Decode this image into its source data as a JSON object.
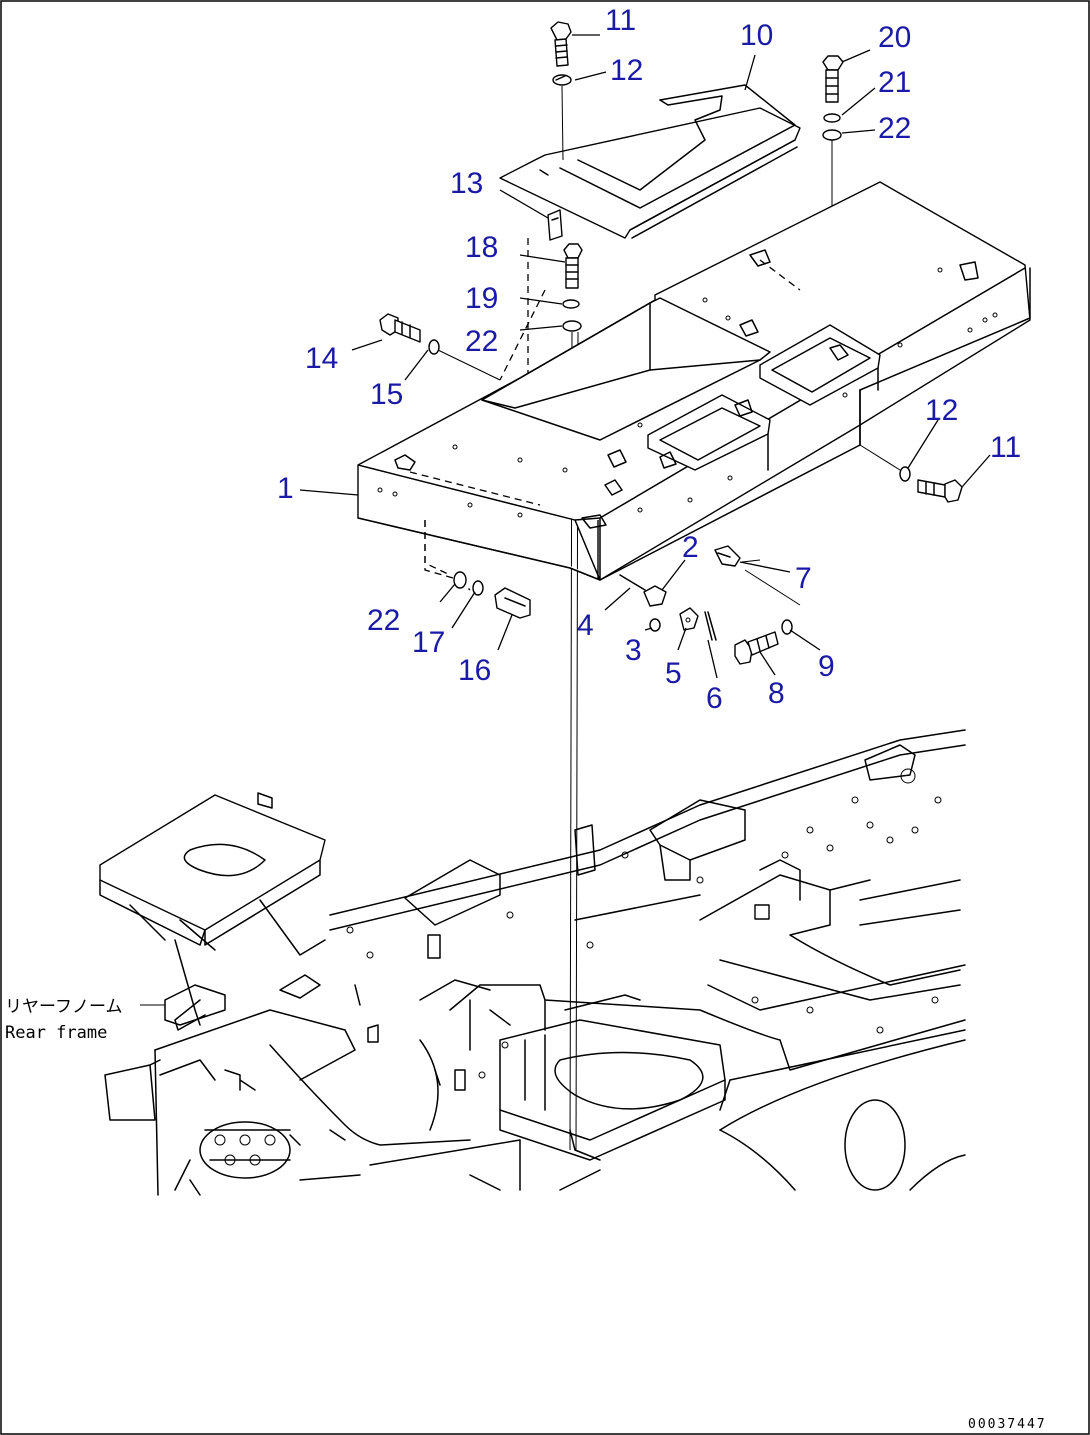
{
  "drawing": {
    "frame_label_jp": "リヤーフノーム",
    "frame_label_en": "Rear frame",
    "drawing_number": "00037447"
  },
  "callouts": [
    {
      "id": "c1",
      "text": "1"
    },
    {
      "id": "c2",
      "text": "2"
    },
    {
      "id": "c3",
      "text": "3"
    },
    {
      "id": "c4",
      "text": "4"
    },
    {
      "id": "c5",
      "text": "5"
    },
    {
      "id": "c6",
      "text": "6"
    },
    {
      "id": "c7",
      "text": "7"
    },
    {
      "id": "c8",
      "text": "8"
    },
    {
      "id": "c9",
      "text": "9"
    },
    {
      "id": "c10",
      "text": "10"
    },
    {
      "id": "c11a",
      "text": "11"
    },
    {
      "id": "c12a",
      "text": "12"
    },
    {
      "id": "c13",
      "text": "13"
    },
    {
      "id": "c14",
      "text": "14"
    },
    {
      "id": "c15",
      "text": "15"
    },
    {
      "id": "c16",
      "text": "16"
    },
    {
      "id": "c17",
      "text": "17"
    },
    {
      "id": "c18",
      "text": "18"
    },
    {
      "id": "c19",
      "text": "19"
    },
    {
      "id": "c20",
      "text": "20"
    },
    {
      "id": "c21",
      "text": "21"
    },
    {
      "id": "c22a",
      "text": "22"
    },
    {
      "id": "c22b",
      "text": "22"
    },
    {
      "id": "c22c",
      "text": "22"
    },
    {
      "id": "c11b",
      "text": "11"
    },
    {
      "id": "c12b",
      "text": "12"
    }
  ],
  "colors": {
    "callout": "#1a1aa6",
    "line": "#000000",
    "background": "#ffffff"
  }
}
